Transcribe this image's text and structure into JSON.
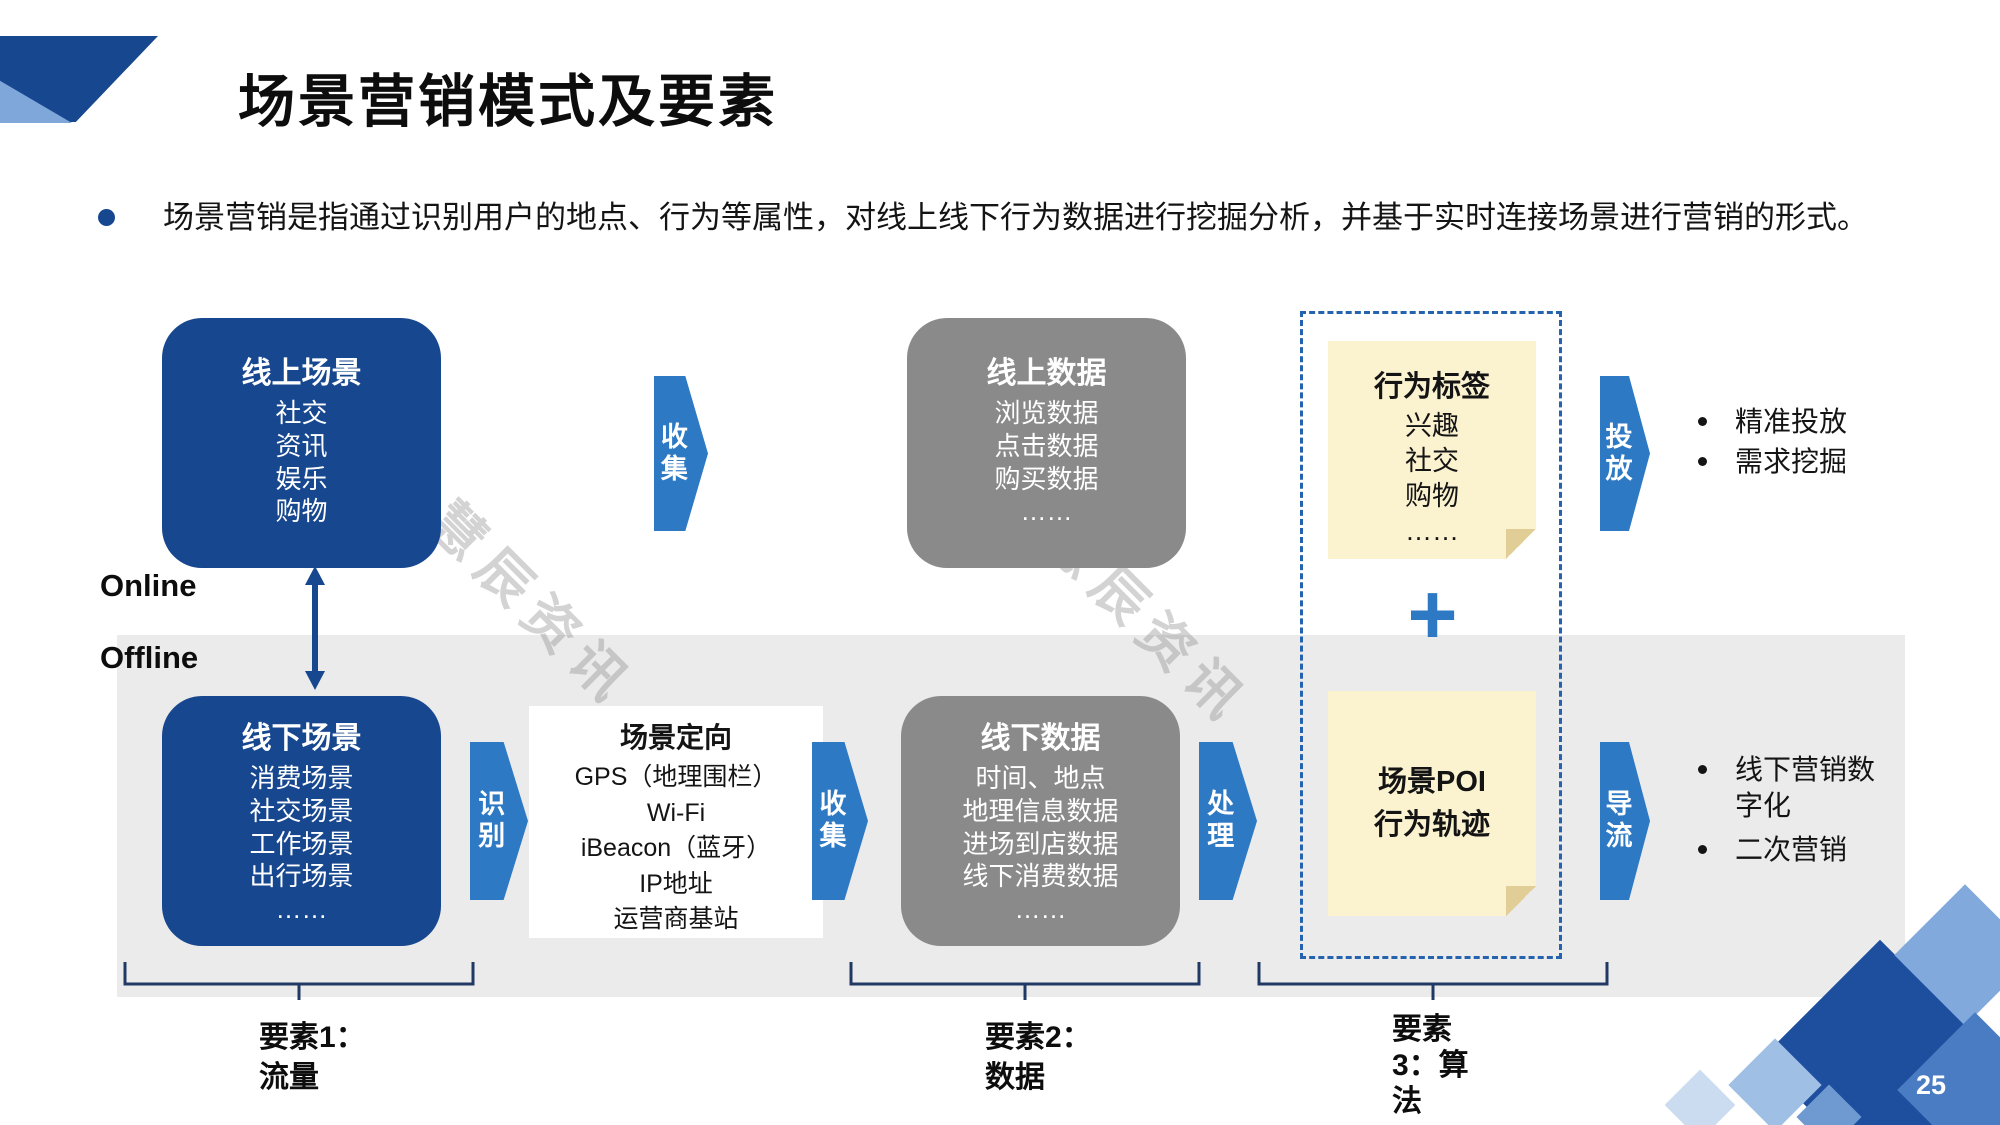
{
  "slide": {
    "title": "场景营销模式及要素",
    "description": "场景营销是指通过识别用户的地点、行为等属性，对线上线下行为数据进行挖掘分析，并基于实时连接场景进行营销的形式。",
    "page_number": "25",
    "watermark": "慧辰资讯"
  },
  "zones": {
    "online": "Online",
    "offline": "Offline"
  },
  "cards": {
    "online_scene": {
      "title": "线上场景",
      "items": [
        "社交",
        "资讯",
        "娱乐",
        "购物"
      ]
    },
    "online_data": {
      "title": "线上数据",
      "items": [
        "浏览数据",
        "点击数据",
        "购买数据",
        "……"
      ]
    },
    "offline_scene": {
      "title": "线下场景",
      "items": [
        "消费场景",
        "社交场景",
        "工作场景",
        "出行场景",
        "……"
      ]
    },
    "scene_targeting": {
      "title": "场景定向",
      "items": [
        "GPS（地理围栏）",
        "Wi-Fi",
        "iBeacon（蓝牙）",
        "IP地址",
        "运营商基站"
      ]
    },
    "offline_data": {
      "title": "线下数据",
      "items": [
        "时间、地点",
        "地理信息数据",
        "进场到店数据",
        "线下消费数据",
        "……"
      ]
    }
  },
  "stickies": {
    "behavior_tag": {
      "title": "行为标签",
      "items": [
        "兴趣",
        "社交",
        "购物",
        "……"
      ]
    },
    "scene_poi": {
      "title": "场景POI\n行为轨迹"
    }
  },
  "arrows": {
    "collect_top": "收集",
    "deliver": "投放",
    "identify": "识别",
    "collect_bottom": "收集",
    "process": "处理",
    "divert": "导流"
  },
  "plus_sign": "+",
  "outputs": {
    "top": [
      "精准投放",
      "需求挖掘"
    ],
    "bottom": [
      "线下营销数字化",
      "二次营销"
    ]
  },
  "elements": {
    "e1": "要素1：\n流量",
    "e2": "要素2：\n数据",
    "e3": "要素\n3：算\n法"
  }
}
